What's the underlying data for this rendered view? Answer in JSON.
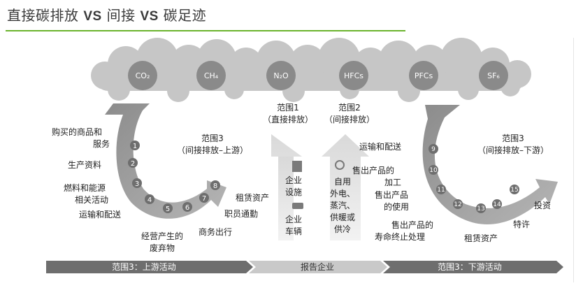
{
  "title": {
    "part1": "直接碳排放 ",
    "vs1": "VS",
    "part2": " 间接 ",
    "vs2": "VS",
    "part3": " 碳足迹"
  },
  "gases": [
    "CO₂",
    "CH₄",
    "N₂O",
    "HFCs",
    "PFCs",
    "SF₆"
  ],
  "scopes": {
    "scope1_title": "范围1",
    "scope1_sub": "（直接排放）",
    "scope2_title": "范围2",
    "scope2_sub": "（间接排放）",
    "scope3_up_title": "范围3",
    "scope3_up_sub": "（间接排放–上游）",
    "scope3_down_title": "范围3",
    "scope3_down_sub": "（间接排放–下游）"
  },
  "center": {
    "facility_l1": "企业",
    "facility_l2": "设施",
    "vehicle_l1": "企业",
    "vehicle_l2": "车辆",
    "elec_l1": "自用",
    "elec_l2": "外电、",
    "elec_l3": "蒸汽、",
    "elec_l4": "供暖或",
    "elec_l5": "供冷"
  },
  "upstream_numbers": [
    "1",
    "2",
    "3",
    "4",
    "5",
    "6",
    "7",
    "8"
  ],
  "downstream_numbers": [
    "9",
    "10",
    "11",
    "12",
    "13",
    "14",
    "15"
  ],
  "upstream_labels": {
    "l1a": "购买的商品和",
    "l1b": "服务",
    "l2": "生产资料",
    "l3a": "燃料和能源",
    "l3b": "相关活动",
    "l4": "运输和配送",
    "l5a": "经营产生的",
    "l5b": "废弃物",
    "l6": "商务出行",
    "l7": "职员通勤",
    "l8": "租赁资产"
  },
  "downstream_labels": {
    "l9": "运输和配送",
    "l10a": "售出产品的",
    "l10b": "加工",
    "l11a": "售出产品",
    "l11b": "的使用",
    "l12a": "售出产品的",
    "l12b": "寿命终止处理",
    "l13": "租赁资产",
    "l14": "特许",
    "l15": "投资"
  },
  "bottom_bar": {
    "left": "范围3：上游活动",
    "center": "报告企业",
    "right": "范围3：下游活动"
  },
  "colors": {
    "accent_green": "#6ab42d",
    "cloud": "#c4c4c4",
    "gas_circle": "#8a8a8a",
    "arrow": "#9a9a9a",
    "bar": "#6e6e6e"
  }
}
